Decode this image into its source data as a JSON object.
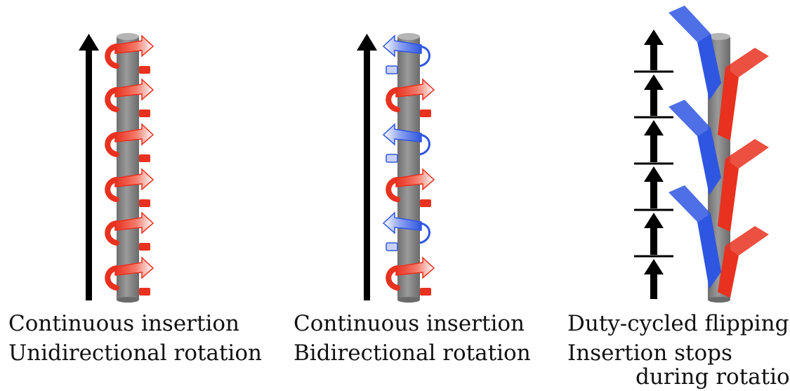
{
  "panels": [
    {
      "caption_line1": "Continuous insertion",
      "caption_line2": "Unidirectional rotation",
      "arrow_colors": [
        "red",
        "red",
        "red",
        "red",
        "red",
        "red"
      ]
    },
    {
      "caption_line1": "Continuous insertion",
      "caption_line2": "Bidirectional rotation",
      "arrow_colors": [
        "blue",
        "red",
        "blue",
        "red",
        "blue",
        "red"
      ]
    },
    {
      "caption_line1": "Duty-cycled flipping",
      "caption_line2": "Insertion stops",
      "caption_line3": "during rotation"
    }
  ],
  "colors": {
    "red": "#e8311f",
    "blue": "#2f56e0",
    "rod": "#8c8c8c",
    "arrow": "#000000"
  }
}
